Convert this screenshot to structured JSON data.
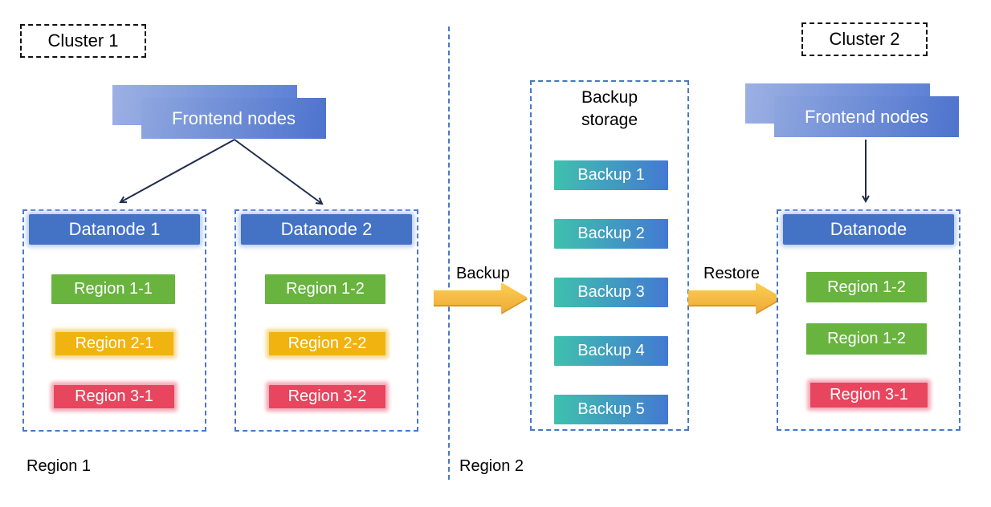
{
  "clusters": {
    "cluster1": {
      "label": "Cluster 1",
      "frontend": "Frontend nodes"
    },
    "cluster2": {
      "label": "Cluster 2",
      "frontend": "Frontend nodes"
    }
  },
  "datanode1": {
    "title": "Datanode 1",
    "region1": "Region 1-1",
    "region2": "Region 2-1",
    "region3": "Region 3-1"
  },
  "datanode2": {
    "title": "Datanode 2",
    "region1": "Region 1-2",
    "region2": "Region 2-2",
    "region3": "Region 3-2"
  },
  "datanode3": {
    "title": "Datanode",
    "region1": "Region 1-2",
    "region2": "Region 1-2",
    "region3": "Region 3-1"
  },
  "backup_storage": {
    "title": "Backup storage",
    "items": [
      "Backup 1",
      "Backup 2",
      "Backup 3",
      "Backup 4",
      "Backup 5"
    ]
  },
  "flows": {
    "backup_label": "Backup",
    "restore_label": "Restore"
  },
  "footer": {
    "region1": "Region 1",
    "region2": "Region 2"
  },
  "colors": {
    "dashed_blue": "#4878c8",
    "node_blue": "#4472c4",
    "node_glow": "#b9cdf2",
    "green": "#68b43f",
    "amber": "#f0b30f",
    "amber_glow": "#f8d98e",
    "red": "#e8455e",
    "red_glow": "#f5a8b6",
    "teal": "#3fc1ae",
    "backup_blue": "#4379d2",
    "front_light": "#8ea6df",
    "front_dark": "#4d73cd",
    "back_light": "#9cb0e3",
    "back_dark": "#5c80d5",
    "arrow_yellow_light": "#fbcf4e",
    "arrow_yellow_dark": "#efa93b",
    "arrow_edge": "#d9991f",
    "ink": "#1f2d4e"
  }
}
